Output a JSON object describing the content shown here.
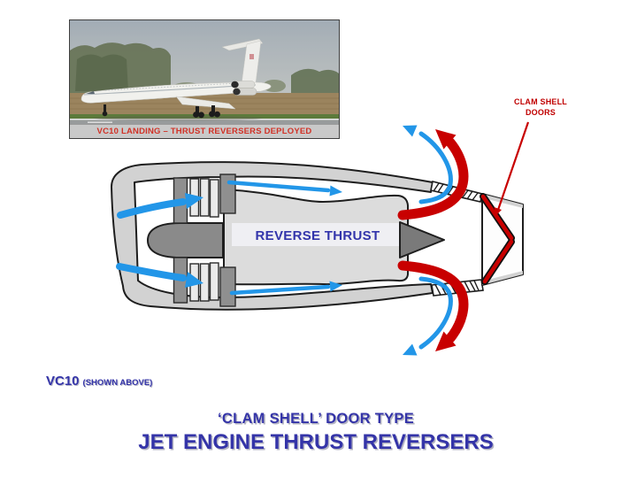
{
  "photo": {
    "caption": "VC10 LANDING – THRUST REVERSERS DEPLOYED"
  },
  "diagram": {
    "core_label": "REVERSE THRUST",
    "callout": {
      "line1": "CLAM SHELL",
      "line2": "DOORS"
    }
  },
  "footer": {
    "aircraft_label": "VC10",
    "aircraft_note": "(SHOWN ABOVE)",
    "subtitle": "‘CLAM SHELL’ DOOR TYPE",
    "title": "JET ENGINE THRUST REVERSERS"
  },
  "colors": {
    "title_blue": "#3434a8",
    "core_label_blue": "#3335ab",
    "airflow_blue": "#2296e8",
    "reverse_flow_red": "#c80000",
    "callout_red": "#c00000",
    "caption_red": "#d13227",
    "nacelle_gray": "#d2d2d2",
    "core_gray": "#dcdcdc"
  }
}
